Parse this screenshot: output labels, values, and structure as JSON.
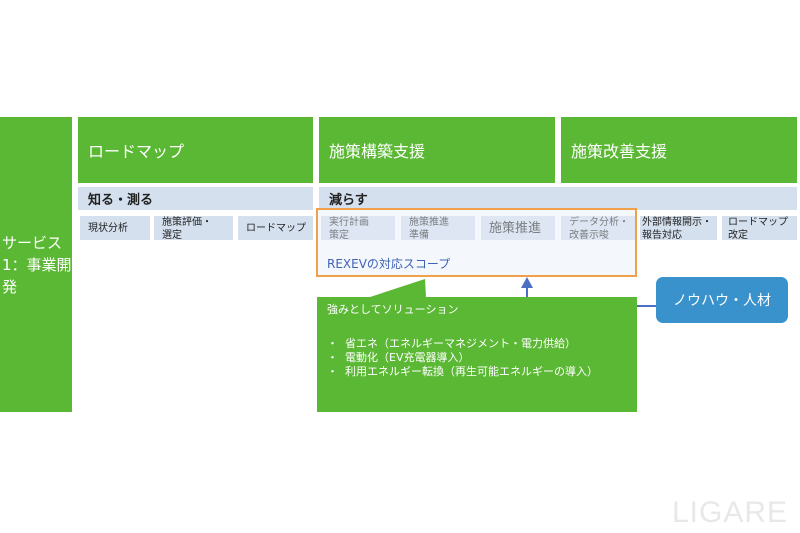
{
  "left_label": "サービス1：事業開発",
  "phases": [
    "ロードマップ",
    "施策構築支援",
    "施策改善支援"
  ],
  "stages": [
    "知る・測る",
    "減らす"
  ],
  "steps": [
    "現状分析",
    "施策評価・\n選定",
    "ロードマップ",
    "実行計画\n策定",
    "施策推進\n準備",
    "施策推進",
    "データ分析・\n改善示唆",
    "外部情報開示・\n報告対応",
    "ロードマップ\n改定"
  ],
  "scope_label": "REXEVの対応スコープ",
  "solution": {
    "title": "強みとしてソリューション",
    "items": [
      "省エネ（エネルギーマネジメント・電力供給）",
      "電動化（EV充電器導入）",
      "利用エネルギー転換（再生可能エネルギーの導入）"
    ]
  },
  "knowhow": "ノウハウ・人材",
  "logo": "LIGARE",
  "colors": {
    "green": "#5bb834",
    "light_blue": "#d5e0ee",
    "orange": "#f0a04b",
    "blue": "#3a92cc",
    "scope_text": "#3f63b8"
  }
}
